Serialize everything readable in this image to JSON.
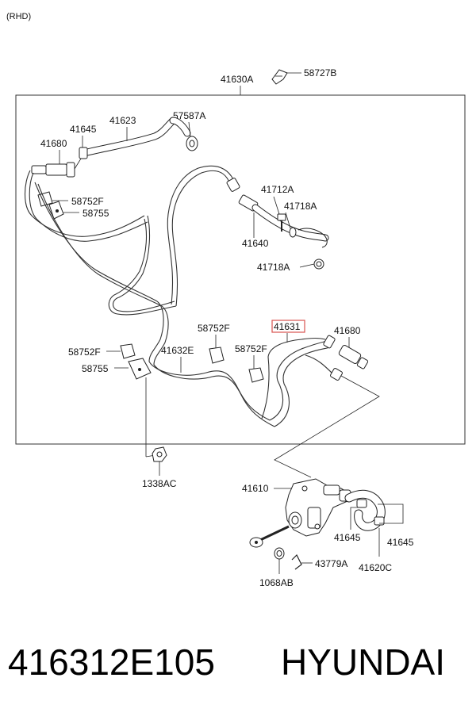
{
  "variant": "(RHD)",
  "labels": {
    "l41630A": "41630A",
    "l58727B": "58727B",
    "l41623": "41623",
    "l57587A": "57587A",
    "l41645a": "41645",
    "l41680a": "41680",
    "l58752Fa": "58752F",
    "l58755a": "58755",
    "l41712A": "41712A",
    "l41718Aa": "41718A",
    "l41640": "41640",
    "l41718Ab": "41718A",
    "l58752Fb": "58752F",
    "l41631": "41631",
    "l41680b": "41680",
    "l58752Fc": "58752F",
    "l41632E": "41632E",
    "l58752Fd": "58752F",
    "l58755b": "58755",
    "l1338AC": "1338AC",
    "l41610": "41610",
    "l41645b": "41645",
    "l41645c": "41645",
    "l43779A": "43779A",
    "l41620C": "41620C",
    "l1068AB": "1068AB"
  },
  "highlight_color": "#d9534f",
  "footer": {
    "part_number": "416312E105",
    "brand": "HYUNDAI"
  }
}
